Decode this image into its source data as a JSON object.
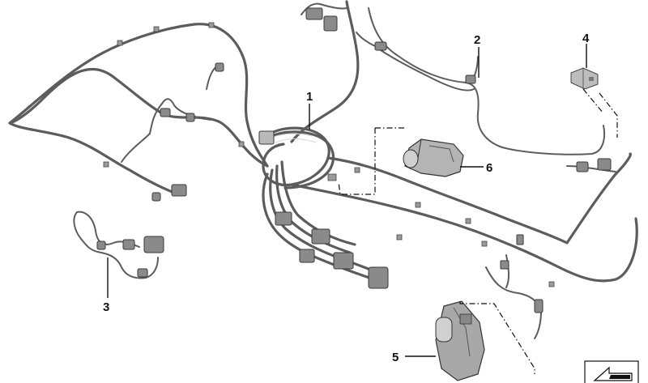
{
  "diagram": {
    "callouts": [
      {
        "id": "1",
        "label": "1"
      },
      {
        "id": "2",
        "label": "2"
      },
      {
        "id": "3",
        "label": "3"
      },
      {
        "id": "4",
        "label": "4"
      },
      {
        "id": "5",
        "label": "5"
      },
      {
        "id": "6",
        "label": "6"
      }
    ],
    "colors": {
      "wire": "#5c5c5c",
      "connector": "#8a8a8a",
      "text": "#111111",
      "background": "#ffffff"
    },
    "icons": [
      "navigation-arrow-icon"
    ]
  }
}
